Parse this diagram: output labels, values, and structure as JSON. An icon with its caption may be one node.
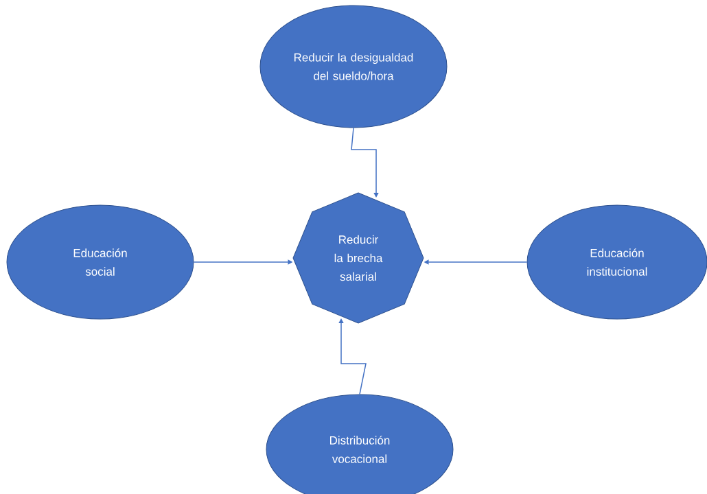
{
  "diagram": {
    "nodes": [
      {
        "text": [
          "Reducir la desigualdad del sueldo/hora"
        ]
      },
      {
        "text": [
          "Educación social"
        ]
      },
      {
        "text": [
          "Reducir la brecha salarial"
        ]
      },
      {
        "text": [
          "Educación institucional"
        ]
      },
      {
        "text": [
          "Distribución vocacional"
        ]
      }
    ],
    "edges": [
      {
        "from": 0,
        "to": 2,
        "arrow": "to"
      },
      {
        "from": 1,
        "to": 2,
        "arrow": "to"
      },
      {
        "from": 3,
        "to": 2,
        "arrow": "to"
      },
      {
        "from": 4,
        "to": 2,
        "arrow": "to"
      }
    ]
  }
}
